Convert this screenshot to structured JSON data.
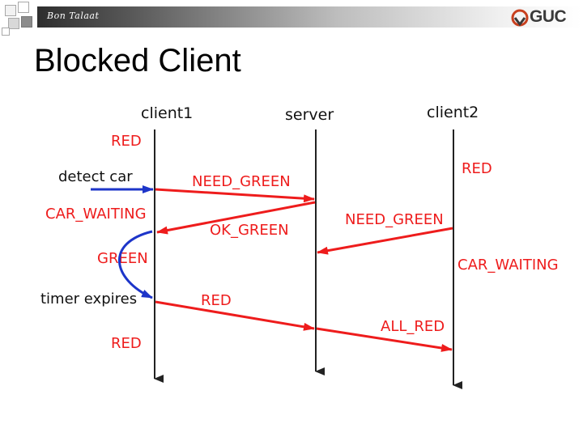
{
  "header": {
    "author": "Bon Talaat",
    "logo_text": "GUC",
    "title": "Blocked Client"
  },
  "diagram": {
    "participants": [
      "client1",
      "server",
      "client2"
    ],
    "client1_states": [
      "RED",
      "CAR_WAITING",
      "GREEN",
      "RED"
    ],
    "client2_states": [
      "RED",
      "CAR_WAITING"
    ],
    "external_events": [
      "detect car",
      "timer expires"
    ],
    "messages": [
      {
        "label": "NEED_GREEN",
        "from": "client1",
        "to": "server"
      },
      {
        "label": "OK_GREEN",
        "from": "server",
        "to": "client1"
      },
      {
        "label": "NEED_GREEN",
        "from": "client2",
        "to": "server"
      },
      {
        "label": "RED",
        "from": "client1",
        "to": "server"
      },
      {
        "label": "ALL_RED",
        "from": "server",
        "to": "client2"
      }
    ]
  },
  "colors": {
    "message": "#ee1c1c",
    "state": "#ee1c1c",
    "event": "#1d35c9",
    "lifeline": "#222222",
    "text": "#111111"
  }
}
